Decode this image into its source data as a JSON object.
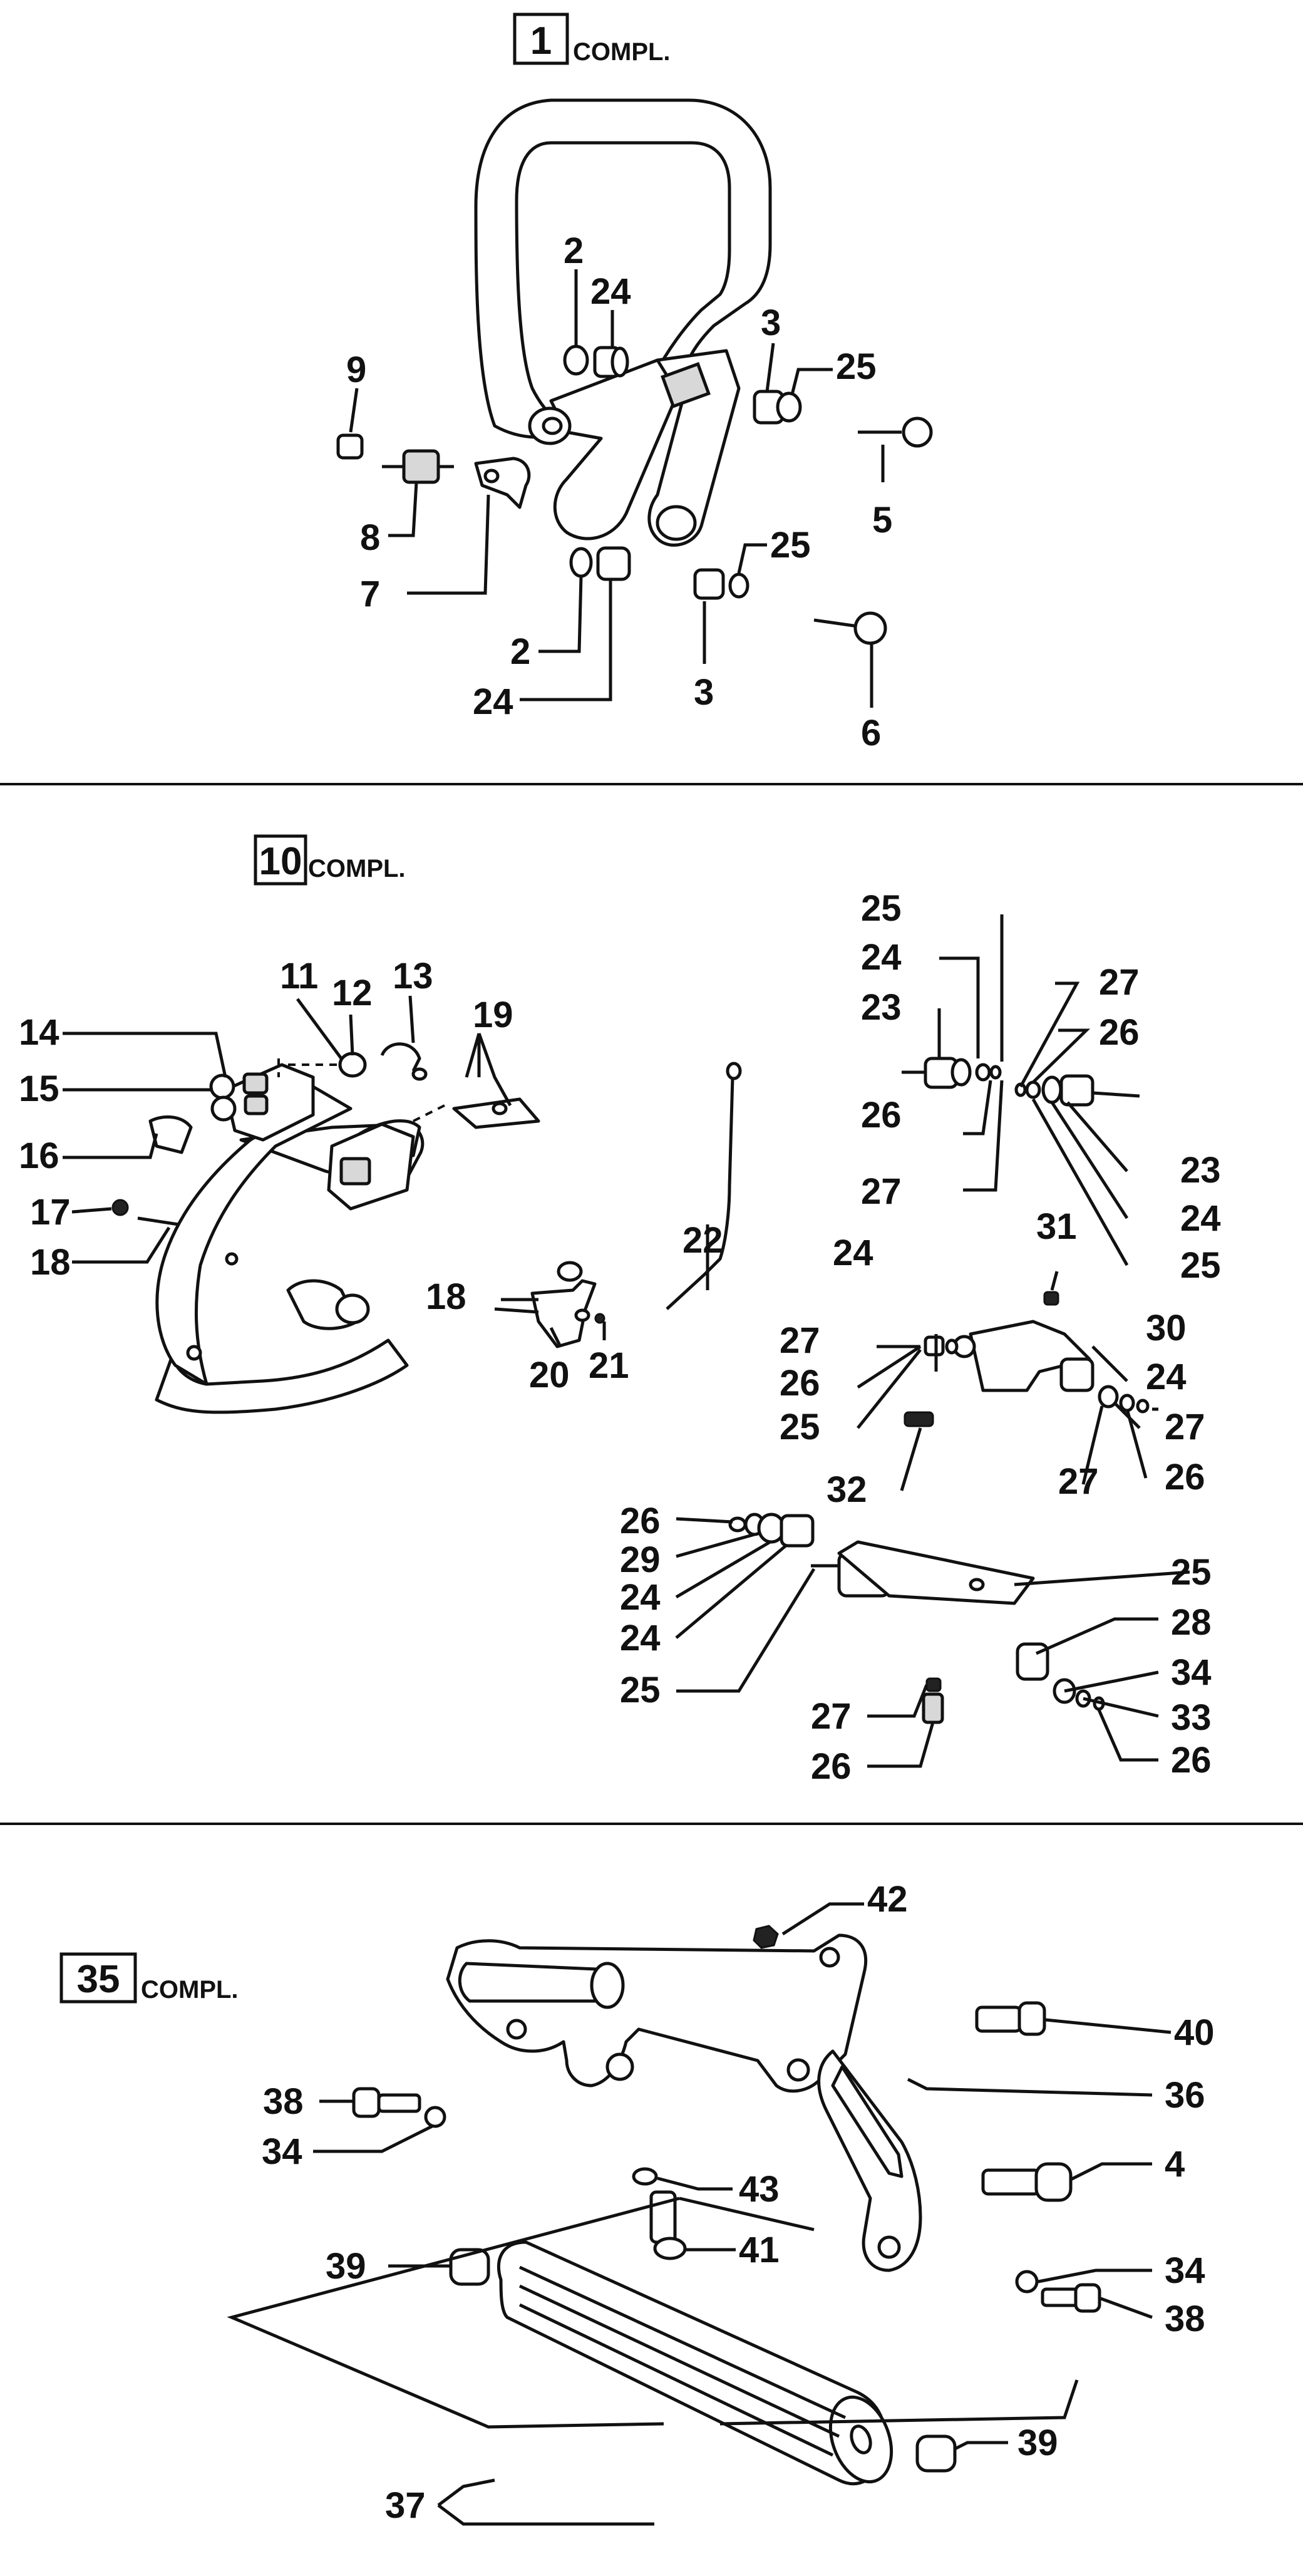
{
  "sections": [
    {
      "number": "1",
      "suffix": "COMPL."
    },
    {
      "number": "10",
      "suffix": "COMPL."
    },
    {
      "number": "35",
      "suffix": "COMPL."
    }
  ],
  "callouts": {
    "s1": [
      "2",
      "24",
      "9",
      "3",
      "25",
      "8",
      "5",
      "7",
      "2",
      "25",
      "24",
      "3",
      "6"
    ],
    "s10": [
      "25",
      "24",
      "23",
      "27",
      "26",
      "11",
      "12",
      "13",
      "14",
      "19",
      "15",
      "26",
      "23",
      "16",
      "27",
      "24",
      "17",
      "25",
      "18",
      "22",
      "31",
      "24",
      "30",
      "27",
      "18",
      "26",
      "24",
      "20",
      "21",
      "25",
      "27",
      "32",
      "26",
      "27",
      "26",
      "29",
      "25",
      "24",
      "24",
      "28",
      "25",
      "34",
      "27",
      "33",
      "26"
    ],
    "s35": [
      "42",
      "40",
      "38",
      "36",
      "34",
      "4",
      "43",
      "41",
      "39",
      "34",
      "38",
      "39",
      "37"
    ]
  }
}
